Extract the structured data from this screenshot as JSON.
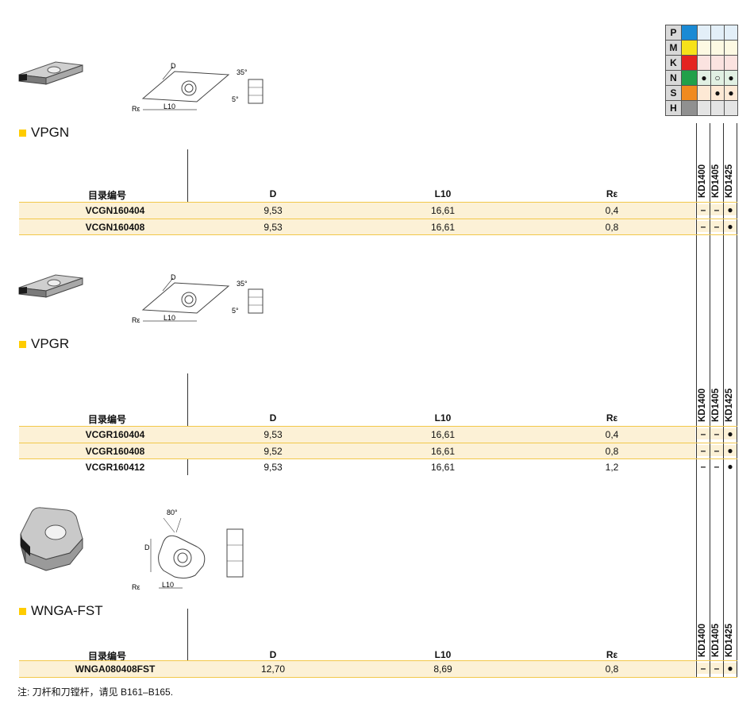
{
  "materials": [
    {
      "letter": "P",
      "color": "#1a8ad4",
      "tint": "#e3eff8",
      "marks": [
        "",
        "",
        ""
      ]
    },
    {
      "letter": "M",
      "color": "#f6e21a",
      "tint": "#fdf9e3",
      "marks": [
        "",
        "",
        ""
      ]
    },
    {
      "letter": "K",
      "color": "#e42420",
      "tint": "#fbe3e0",
      "marks": [
        "",
        "",
        ""
      ]
    },
    {
      "letter": "N",
      "color": "#21a04a",
      "tint": "#e1f0e3",
      "marks": [
        "●",
        "○",
        "●"
      ]
    },
    {
      "letter": "S",
      "color": "#f08a1f",
      "tint": "#fde9d5",
      "marks": [
        "",
        "●",
        "●"
      ]
    },
    {
      "letter": "H",
      "color": "#909090",
      "tint": "#e4e4e4",
      "marks": [
        "",
        "",
        ""
      ]
    }
  ],
  "grades": [
    "KD1400",
    "KD1405",
    "KD1425"
  ],
  "columns": {
    "catalog": "目录编号",
    "d": "D",
    "l10": "L10",
    "re": "Rε"
  },
  "sections": [
    {
      "title": "VPGN",
      "rows": [
        {
          "code": "VCGN160404",
          "d": "9,53",
          "l10": "16,61",
          "re": "0,4",
          "marks": [
            "–",
            "–",
            "●"
          ]
        },
        {
          "code": "VCGN160408",
          "d": "9,53",
          "l10": "16,61",
          "re": "0,8",
          "marks": [
            "–",
            "–",
            "●"
          ]
        }
      ]
    },
    {
      "title": "VPGR",
      "rows": [
        {
          "code": "VCGR160404",
          "d": "9,53",
          "l10": "16,61",
          "re": "0,4",
          "marks": [
            "–",
            "–",
            "●"
          ]
        },
        {
          "code": "VCGR160408",
          "d": "9,52",
          "l10": "16,61",
          "re": "0,8",
          "marks": [
            "–",
            "–",
            "●"
          ]
        },
        {
          "code": "VCGR160412",
          "d": "9,53",
          "l10": "16,61",
          "re": "1,2",
          "marks": [
            "–",
            "–",
            "●"
          ]
        }
      ]
    },
    {
      "title": "WNGA-FST",
      "rows": [
        {
          "code": "WNGA080408FST",
          "d": "12,70",
          "l10": "8,69",
          "re": "0,8",
          "marks": [
            "–",
            "–",
            "●"
          ]
        }
      ]
    }
  ],
  "drawings": {
    "dim_d": "D",
    "dim_l10": "L10",
    "dim_re": "Rε",
    "angle_35": "35°",
    "angle_5": "5°",
    "angle_80": "80°"
  },
  "note": "注:  刀杆和刀镗杆，请见 B161–B165."
}
